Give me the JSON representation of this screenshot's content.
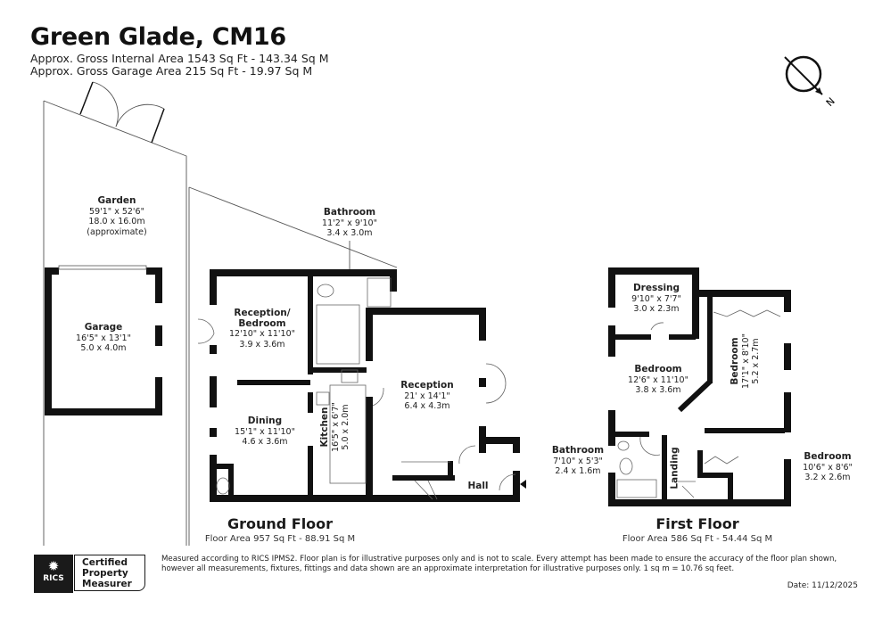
{
  "header": {
    "title": "Green Glade, CM16",
    "internal_area": "Approx. Gross Internal Area 1543 Sq Ft - 143.34 Sq M",
    "garage_area": "Approx. Gross Garage Area 215 Sq Ft - 19.97 Sq M"
  },
  "compass": {
    "label": "N"
  },
  "ground_floor": {
    "title": "Ground Floor",
    "area": "Floor Area 957 Sq Ft - 88.91 Sq M",
    "rooms": [
      {
        "name": "Garden",
        "imperial": "59'1\" x 52'6\"",
        "metric": "18.0 x 16.0m",
        "note": "(approximate)"
      },
      {
        "name": "Garage",
        "imperial": "16'5\" x 13'1\"",
        "metric": "5.0 x 4.0m"
      },
      {
        "name": "Bathroom",
        "imperial": "11'2\" x 9'10\"",
        "metric": "3.4 x 3.0m"
      },
      {
        "name": "Reception/",
        "name2": "Bedroom",
        "imperial": "12'10\" x 11'10\"",
        "metric": "3.9 x 3.6m"
      },
      {
        "name": "Reception",
        "imperial": "21' x 14'1\"",
        "metric": "6.4 x 4.3m"
      },
      {
        "name": "Dining",
        "imperial": "15'1\" x 11'10\"",
        "metric": "4.6 x 3.6m"
      },
      {
        "name": "Kitchen",
        "imperial": "16'5\" x 6'7\"",
        "metric": "5.0 x 2.0m"
      },
      {
        "name": "Hall"
      }
    ]
  },
  "first_floor": {
    "title": "First Floor",
    "area": "Floor Area 586 Sq Ft - 54.44 Sq M",
    "rooms": [
      {
        "name": "Dressing",
        "imperial": "9'10\" x 7'7\"",
        "metric": "3.0 x 2.3m"
      },
      {
        "name": "Bedroom",
        "imperial": "12'6\" x 11'10\"",
        "metric": "3.8 x 3.6m"
      },
      {
        "name": "Bedroom",
        "imperial": "17'1\" x 8'10\"",
        "metric": "5.2 x 2.7m"
      },
      {
        "name": "Bathroom",
        "imperial": "7'10\" x 5'3\"",
        "metric": "2.4 x 1.6m"
      },
      {
        "name": "Bedroom",
        "imperial": "10'6\" x 8'6\"",
        "metric": "3.2 x 2.6m"
      },
      {
        "name": "Landing"
      }
    ]
  },
  "footer": {
    "badge_brand": "RICS",
    "badge_line1": "Certified",
    "badge_line2": "Property",
    "badge_line3": "Measurer",
    "disclaimer_line1": "Measured according to RICS IPMS2. Floor plan is for illustrative purposes only and is not to scale. Every attempt has been made to ensure the accuracy of the floor plan shown,",
    "disclaimer_line2": "however all measurements, fixtures, fittings and data shown are an approximate interpretation for illustrative purposes only. 1 sq m = 10.76 sq feet.",
    "date": "Date: 11/12/2025"
  },
  "colors": {
    "wall": "#111111",
    "line": "#555555",
    "background": "#ffffff"
  }
}
